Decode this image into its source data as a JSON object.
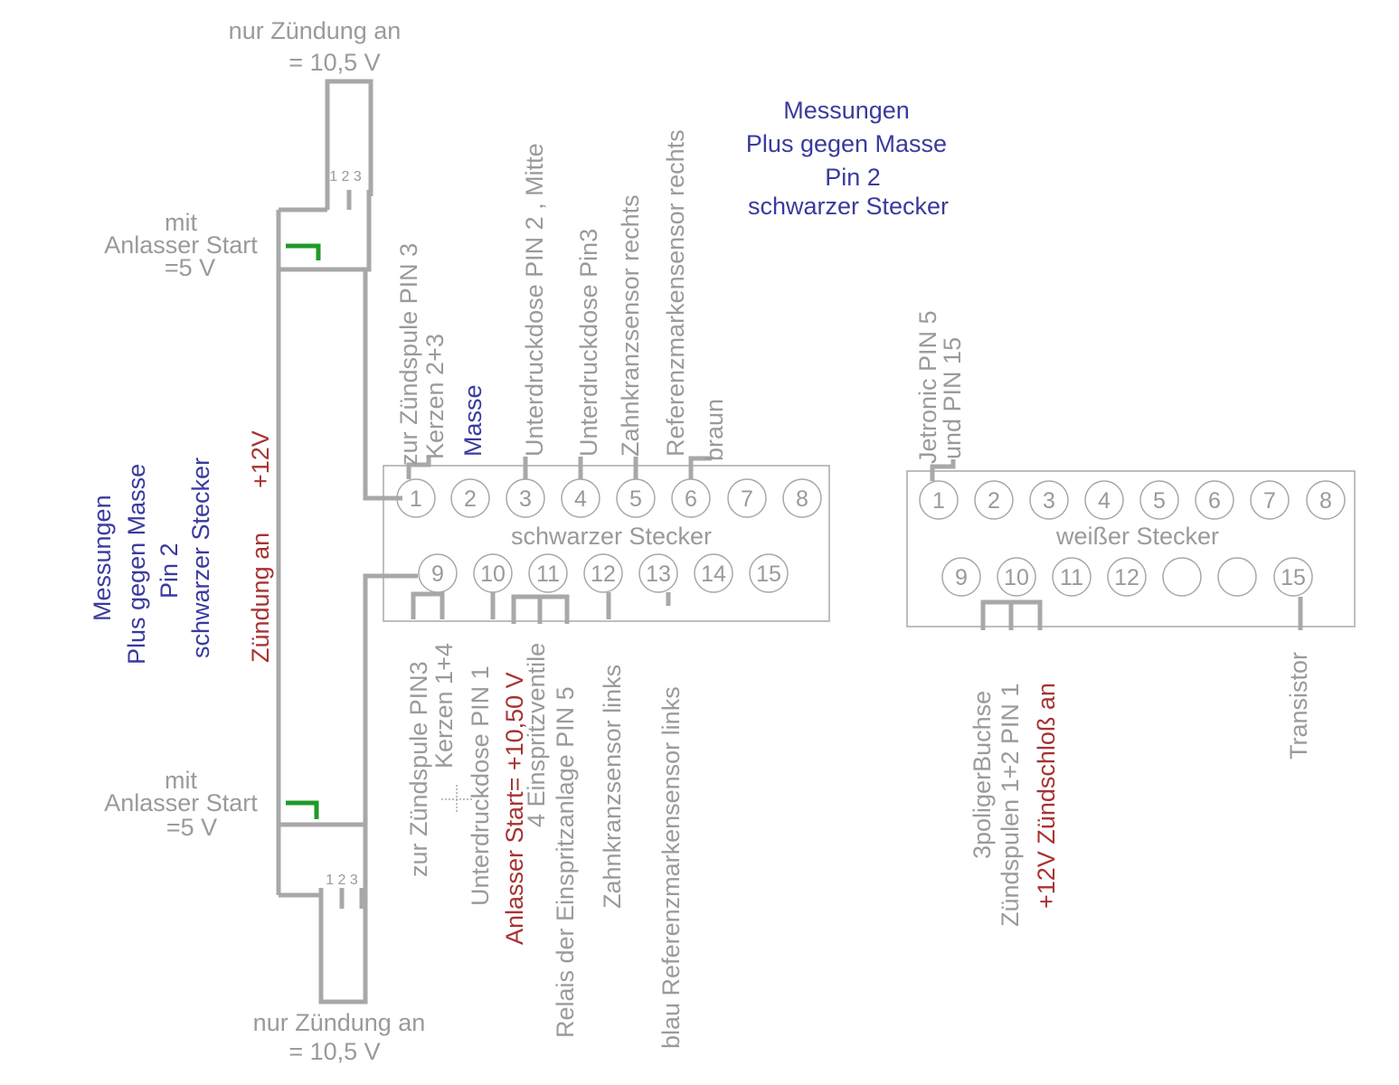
{
  "title_right": {
    "line1": "Messungen",
    "line2": "Plus gegen Masse",
    "line3": "Pin 2",
    "line4": "schwarzer Stecker"
  },
  "title_left": {
    "line1": "Messungen",
    "line2": "Plus gegen Masse",
    "line3": "Pin 2",
    "line4": "schwarzer Stecker"
  },
  "relay_top": {
    "label1": "nur Zündung an",
    "label2": "= 10,5 V",
    "pin_numbers": "1 2 3",
    "start_label1": "mit",
    "start_label2": "Anlasser Start",
    "start_label3": "=5 V"
  },
  "relay_bottom": {
    "label1": "nur Zündung an",
    "label2": "= 10,5 V",
    "pin_numbers": "1 2 3",
    "start_label1": "mit",
    "start_label2": "Anlasser Start",
    "start_label3": "=5 V"
  },
  "ignition_label": {
    "text1": "Zündung an",
    "text2": "+12V"
  },
  "black_connector": {
    "name": "schwarzer Stecker",
    "top_pins": [
      "1",
      "2",
      "3",
      "4",
      "5",
      "6",
      "7",
      "8"
    ],
    "bottom_pins": [
      "9",
      "10",
      "11",
      "12",
      "13",
      "14",
      "15"
    ],
    "top_labels": [
      "zur Zündspule PIN 3",
      "Kerzen 2+3",
      "Masse",
      "Unterdruckdose PIN 2 , Mitte",
      "Unterdruckdose Pin3",
      "Zahnkranzsensor rechts",
      "Referenzmarkensensor rechts",
      "braun"
    ],
    "bottom_labels": [
      "zur Zündspule PIN3",
      "Kerzen 1+4",
      "Unterdruckdose PIN 1",
      "Anlasser Start= +10,50 V",
      "4 Einspritzventile",
      "Relais der Einspritzanlage PIN 5",
      "Zahnkranzsensor links",
      "blau Referenzmarkensensor links"
    ]
  },
  "white_connector": {
    "name": "weißer Stecker",
    "top_pins": [
      "1",
      "2",
      "3",
      "4",
      "5",
      "6",
      "7",
      "8"
    ],
    "bottom_pins": [
      "9",
      "10",
      "11",
      "12",
      "",
      "",
      "15"
    ],
    "top_labels": [
      "Jetronic PIN 5",
      "und PIN 15"
    ],
    "bottom_labels": [
      "3poligerBuchse",
      "Zündspulen 1+2 PIN 1",
      "+12V Zündschloß an",
      "Transistor"
    ]
  }
}
